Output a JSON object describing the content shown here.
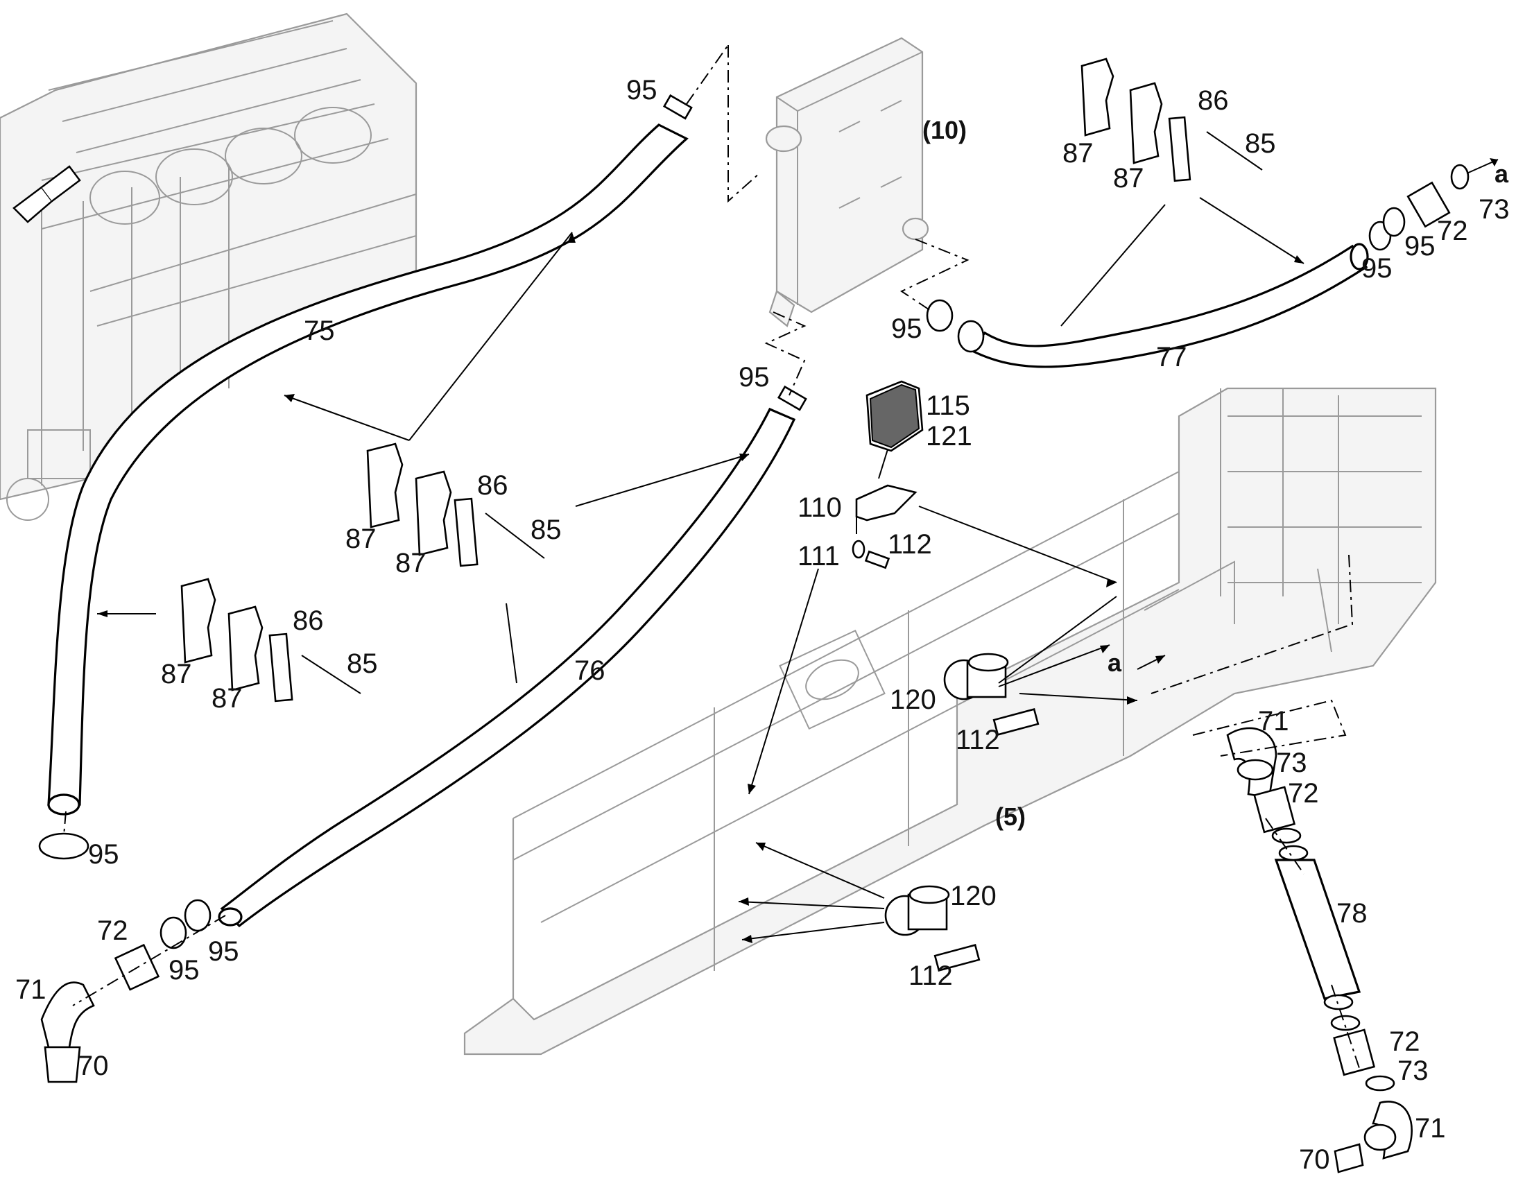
{
  "diagram": {
    "assemblies": [
      {
        "id": "a10",
        "text": "(10)"
      },
      {
        "id": "a5",
        "text": "(5)"
      }
    ],
    "part_numbers": {
      "p95_top": "95",
      "p75": "75",
      "p95_mid": "95",
      "p10_block": "(10)",
      "p87_top1": "87",
      "p87_top2": "87",
      "p86_top": "86",
      "p85_top": "85",
      "p95_right1": "95",
      "p95_right2": "95",
      "p72_right": "72",
      "p73_right": "73",
      "a_right": "a",
      "p95_left77": "95",
      "p77": "77",
      "p115": "115",
      "p121": "121",
      "p110": "110",
      "p111": "111",
      "p112_a": "112",
      "p87_c1": "87",
      "p87_c2": "87",
      "p86_c": "86",
      "p85_c": "85",
      "p87_l1": "87",
      "p87_l2": "87",
      "p86_l": "86",
      "p85_l": "85",
      "p76": "76",
      "p120_a": "120",
      "p112_b": "112",
      "a_mid": "a",
      "p71_r": "71",
      "p73_r1": "73",
      "p72_r1": "72",
      "p78": "78",
      "p5": "(5)",
      "p95_bl": "95",
      "p72_bl": "72",
      "p95_bl2": "95",
      "p95_bl3": "95",
      "p71_bl": "71",
      "p70_bl": "70",
      "p120_b": "120",
      "p112_c": "112",
      "p72_r2": "72",
      "p73_r2": "73",
      "p71_r2": "71",
      "p70_r": "70"
    }
  }
}
